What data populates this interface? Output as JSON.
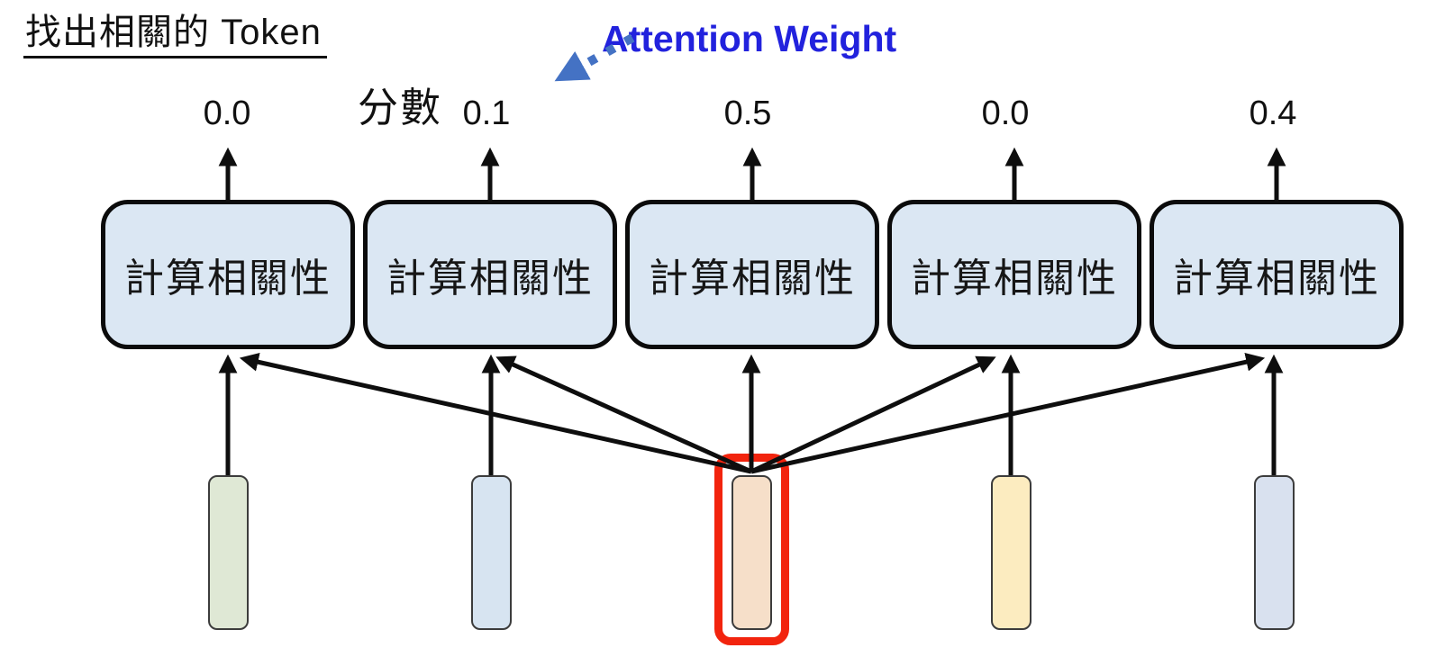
{
  "title": "找出相關的 Token",
  "annotation": {
    "label": "Attention Weight"
  },
  "score_label": "分數",
  "columns": [
    {
      "score": "0.0",
      "box_label": "計算相關性",
      "token_color": "#dfe8d5",
      "highlighted": false
    },
    {
      "score": "0.1",
      "box_label": "計算相關性",
      "token_color": "#d7e4f1",
      "highlighted": false
    },
    {
      "score": "0.5",
      "box_label": "計算相關性",
      "token_color": "#f6dfc9",
      "highlighted": true
    },
    {
      "score": "0.0",
      "box_label": "計算相關性",
      "token_color": "#fcecc0",
      "highlighted": false
    },
    {
      "score": "0.4",
      "box_label": "計算相關性",
      "token_color": "#d9e1ef",
      "highlighted": false
    }
  ],
  "colors": {
    "background": "#ffffff",
    "box_fill": "#dbe7f3",
    "box_border": "#0b0b0b",
    "arrow": "#0e0e0e",
    "highlight_border": "#f2240e",
    "attention_text": "#2222dd",
    "attention_arrow": "#4472c4"
  }
}
